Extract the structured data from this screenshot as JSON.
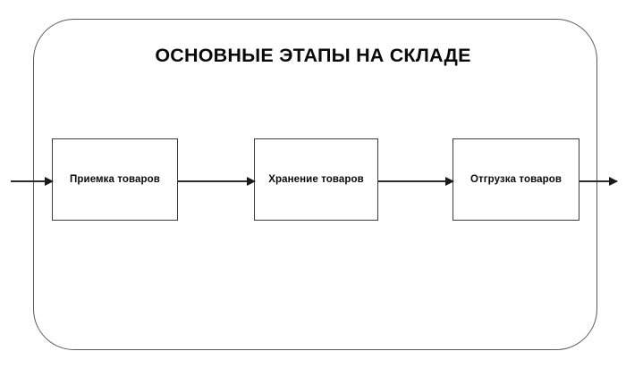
{
  "diagram": {
    "title": "ОСНОВНЫЕ ЭТАПЫ НА СКЛАДЕ",
    "steps": [
      {
        "label": "Приемка товаров"
      },
      {
        "label": "Хранение товаров"
      },
      {
        "label": "Отгрузка товаров"
      }
    ],
    "connectors": [
      {
        "name": "input-arrow",
        "from": "edge",
        "to": "Приемка товаров"
      },
      {
        "name": "step1-to-step2",
        "from": "Приемка товаров",
        "to": "Хранение товаров"
      },
      {
        "name": "step2-to-step3",
        "from": "Хранение товаров",
        "to": "Отгрузка товаров"
      },
      {
        "name": "output-arrow",
        "from": "Отгрузка товаров",
        "to": "edge"
      }
    ],
    "colors": {
      "background": "#ffffff",
      "frame_border": "#5a5a5a",
      "box_border": "#3d3d3d",
      "arrow": "#2b2b2b",
      "text": "#0a0a0a"
    }
  }
}
